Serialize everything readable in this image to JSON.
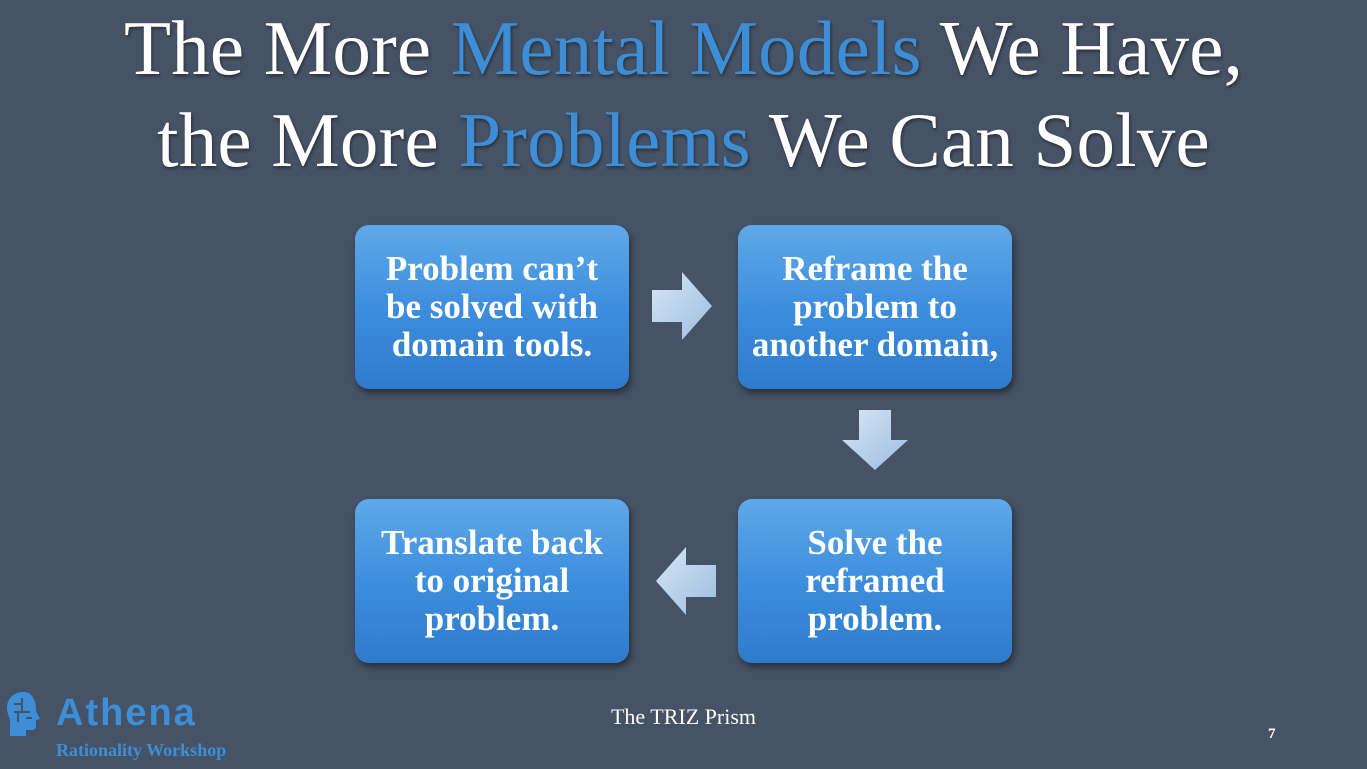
{
  "title": {
    "line1_part1": "The More ",
    "line1_accent": "Mental Models",
    "line1_part2": " We Have,",
    "line2_part1": "the More ",
    "line2_accent": "Problems",
    "line2_part2": " We Can Solve"
  },
  "steps": [
    {
      "label": "Problem can’t be solved with domain tools."
    },
    {
      "label": "Reframe the problem to another domain,"
    },
    {
      "label": "Solve the reframed problem."
    },
    {
      "label": "Translate back to original problem."
    }
  ],
  "caption": "The TRIZ Prism",
  "page_number": "7",
  "logo": {
    "name": "Athena",
    "subtitle": "Rationality Workshop",
    "icon": "head-puzzle-icon"
  },
  "colors": {
    "background": "#465366",
    "accent": "#3d8ed6",
    "box": "#3d8ede"
  }
}
